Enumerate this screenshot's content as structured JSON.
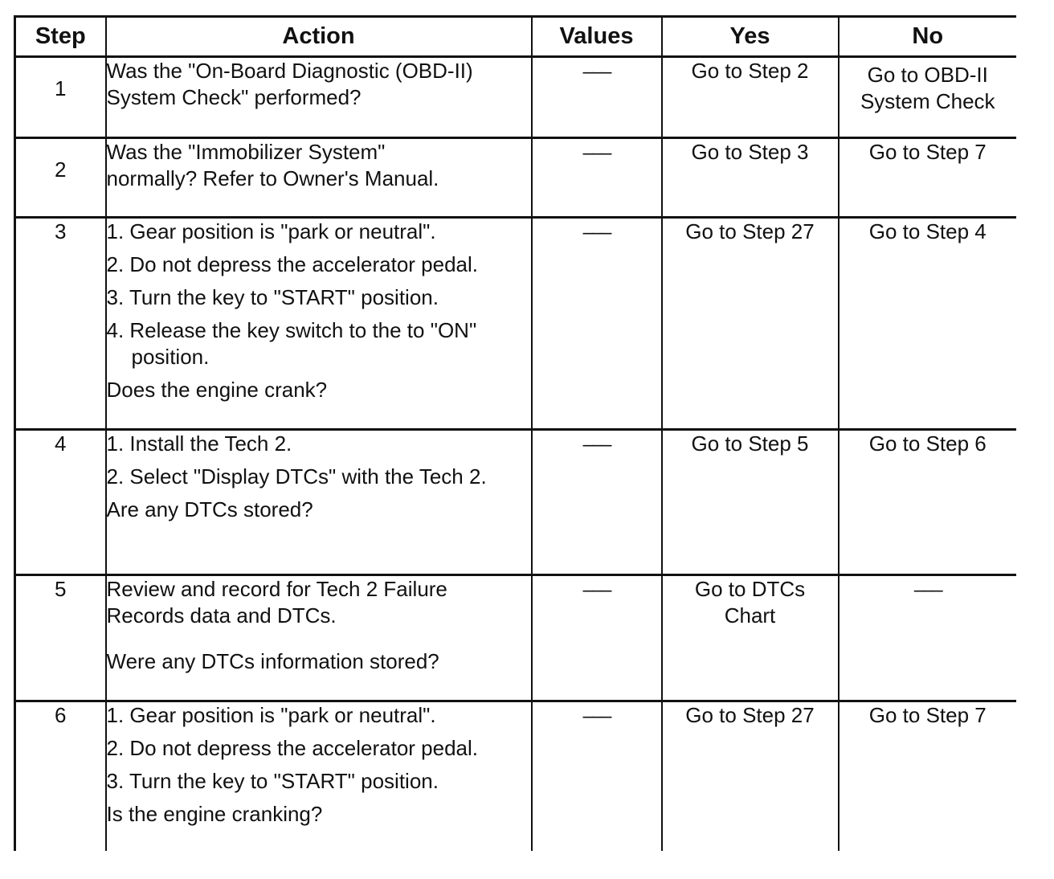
{
  "headers": {
    "step": "Step",
    "action": "Action",
    "values": "Values",
    "yes": "Yes",
    "no": "No"
  },
  "rows": [
    {
      "step": "1",
      "action_lines": [
        "Was the \"On-Board Diagnostic (OBD-II)",
        "System Check\" performed?"
      ],
      "values": "–––",
      "yes": "Go to Step 2",
      "no": [
        "Go to OBD-II",
        "System Check"
      ]
    },
    {
      "step": "2",
      "action_lines": [
        "Was the \"Immobilizer System\"",
        "normally? Refer to Owner's Manual."
      ],
      "values": "–––",
      "yes": "Go to Step 3",
      "no": "Go to Step 7"
    },
    {
      "step": "3",
      "list": [
        "1. Gear position is \"park or neutral\".",
        "2. Do not depress the accelerator pedal.",
        "3. Turn the key to \"START\" position.",
        "4. Release the key switch to the to \"ON\" position."
      ],
      "question": "Does the engine crank?",
      "values": "–––",
      "yes": "Go to Step 27",
      "no": "Go to Step 4"
    },
    {
      "step": "4",
      "list": [
        "1. Install the Tech 2.",
        "2. Select \"Display DTCs\" with the Tech 2."
      ],
      "question": "Are any DTCs stored?",
      "values": "–––",
      "yes": "Go to Step 5",
      "no": "Go to Step 6"
    },
    {
      "step": "5",
      "action_lines": [
        "Review and record for Tech 2 Failure",
        "Records data and DTCs."
      ],
      "question": "Were any DTCs information stored?",
      "values": "–––",
      "yes": [
        "Go to DTCs",
        "Chart"
      ],
      "no": "–––"
    },
    {
      "step": "6",
      "list": [
        "1. Gear position is \"park or neutral\".",
        "2. Do not depress the accelerator pedal.",
        "3. Turn the key to \"START\" position."
      ],
      "question": "Is the engine cranking?",
      "values": "–––",
      "yes": "Go to Step 27",
      "no": "Go to Step 7"
    }
  ]
}
